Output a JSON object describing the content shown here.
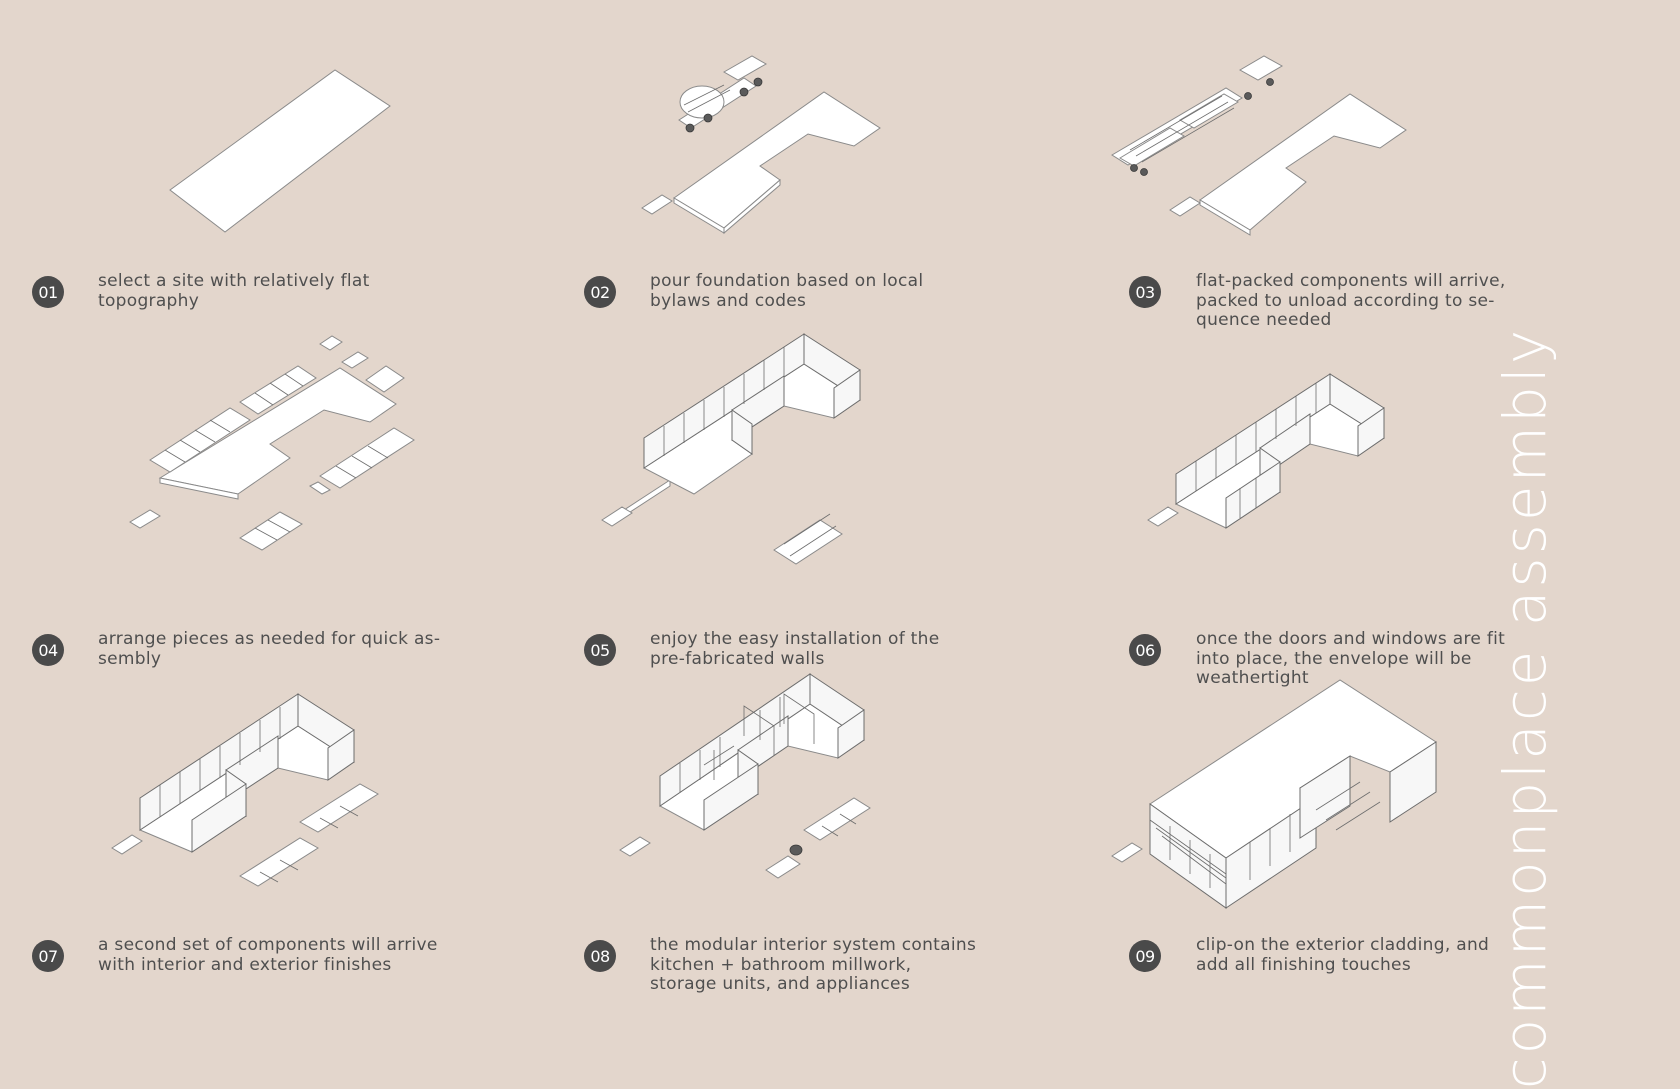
{
  "title": "commonplace assembly",
  "steps": [
    {
      "number": "01",
      "caption": "select a site with relatively flat\ntopography"
    },
    {
      "number": "02",
      "caption": "pour foundation based on local\nbylaws and codes"
    },
    {
      "number": "03",
      "caption": "flat-packed components will arrive,\npacked to unload according to se-\nquence needed"
    },
    {
      "number": "04",
      "caption": "arrange pieces as needed for quick as-\nsembly"
    },
    {
      "number": "05",
      "caption": "enjoy the easy installation of the\npre-fabricated walls"
    },
    {
      "number": "06",
      "caption": "once the doors and windows are fit\ninto place, the envelope will be\nweathertight"
    },
    {
      "number": "07",
      "caption": "a second set of components will arrive\nwith interior and exterior finishes"
    },
    {
      "number": "08",
      "caption": "the modular interior system contains\nkitchen + bathroom millwork,\nstorage units, and appliances"
    },
    {
      "number": "09",
      "caption": "clip-on the exterior cladding, and\nadd all finishing touches"
    }
  ],
  "colors": {
    "background": "#e3d6cc",
    "badge": "#4a4a4a",
    "text": "#4f4f4f",
    "title": "#ffffff"
  }
}
